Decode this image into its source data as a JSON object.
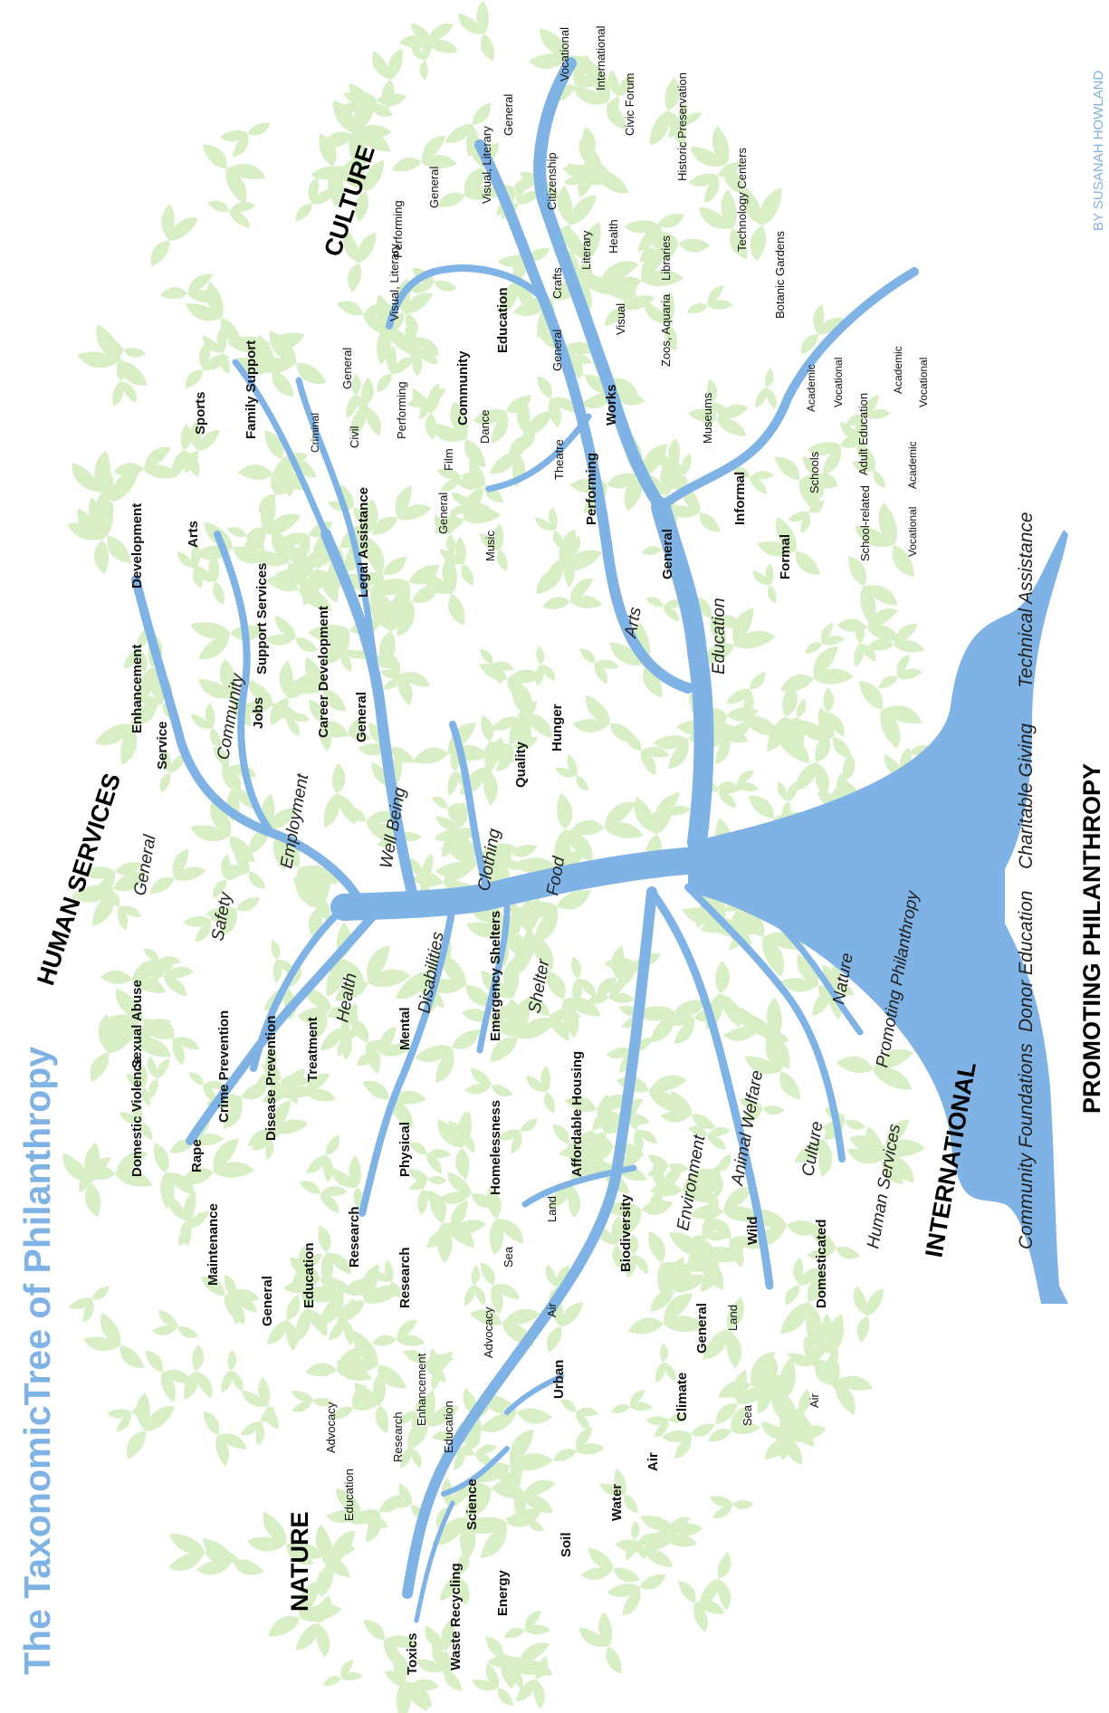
{
  "title": "The TaxonomicTree of Philanthropy",
  "author": "BY SUSANAH HOWLAND",
  "colors": {
    "branch": "#7fb2e5",
    "leaf": "#d8efc6",
    "title": "#7fb2e5"
  },
  "sections": {
    "human_services": "HUMAN SERVICES",
    "culture": "CULTURE",
    "nature": "NATURE",
    "international": "INTERNATIONAL",
    "promoting": "PROMOTING PHILANTHROPY"
  },
  "roots": [
    "Community Foundations",
    "Donor Education",
    "Charitable Giving",
    "Technical Assistance"
  ],
  "labels": {
    "vocational_top": "Vocational",
    "international_edu": "International",
    "civic_forum": "Civic Forum",
    "historic": "Historic Preservation",
    "technology": "Technology Centers",
    "botanic": "Botanic Gardens",
    "citizenship": "Citizenship",
    "general_c1": "General",
    "visual_literary_1": "Visual, Literary",
    "general_c2": "General",
    "performing_1": "Performing",
    "education_c": "Education",
    "visual_literary_2": "Visual, Literary",
    "general_c3": "General",
    "performing_2": "Performing",
    "community_c": "Community",
    "crafts": "Crafts",
    "literary": "Literary",
    "health_c": "Health",
    "libraries": "Libraries",
    "zoos": "Zoos, Aquaria",
    "visual": "Visual",
    "general_c4": "General",
    "works": "Works",
    "museums": "Museums",
    "film": "Film",
    "dance": "Dance",
    "theatre": "Theatre",
    "general_c5": "General",
    "music": "Music",
    "performing_3": "Performing",
    "informal": "Informal",
    "academic_1": "Academic",
    "vocational_1": "Vocational",
    "adult_education": "Adult Education",
    "academic_2": "Academic",
    "vocational_2": "Vocational",
    "schools": "Schools",
    "school_related": "School-related",
    "vocational_3": "Vocational",
    "academic_3": "Academic",
    "formal": "Formal",
    "general_c6": "General",
    "arts_branch": "Arts",
    "education_branch": "Education",
    "sports": "Sports",
    "family_support": "Family Support",
    "criminal": "Criminal",
    "civil": "Civil",
    "legal_assistance": "Legal Assistance",
    "development": "Development",
    "arts_hs": "Arts",
    "enhancement_hs": "Enhancement",
    "support_services": "Support Services",
    "career_development": "Career Development",
    "service": "Service",
    "jobs": "Jobs",
    "community_hs": "Community",
    "employment": "Employment",
    "general_hs1": "General",
    "well_being": "Well Being",
    "quality": "Quality",
    "hunger": "Hunger",
    "clothing": "Clothing",
    "food": "Food",
    "general_hs2": "General",
    "safety": "Safety",
    "domestic_violence": "Domestic Violence",
    "sexual_abuse": "Sexual Abuse",
    "rape": "Rape",
    "crime_prevention": "Crime Prevention",
    "disease_prevention": "Disease Prevention",
    "treatment": "Treatment",
    "health_hs": "Health",
    "mental": "Mental",
    "physical": "Physical",
    "disabilities": "Disabilities",
    "emergency_shelters": "Emergency Shelters",
    "homelessness": "Homelessness",
    "affordable_housing": "Affordable Housing",
    "shelter": "Shelter",
    "maintenance": "Maintenance",
    "general_hs3": "General",
    "education_hs": "Education",
    "research_hs1": "Research",
    "research_hs2": "Research",
    "biodiversity": "Biodiversity",
    "land_n1": "Land",
    "sea_n1": "Sea",
    "air_n1": "Air",
    "environment": "Environment",
    "animal_welfare": "Animal Welfare",
    "wild": "Wild",
    "domesticated": "Domesticated",
    "general_n1": "General",
    "land_n2": "Land",
    "sea_n2": "Sea",
    "air_n2": "Air",
    "advocacy_n1": "Advocacy",
    "enhancement_n": "Enhancement",
    "education_n1": "Education",
    "research_n": "Research",
    "advocacy_n2": "Advocacy",
    "education_n2": "Education",
    "urban": "Urban",
    "science": "Science",
    "climate": "Climate",
    "air_n3": "Air",
    "water": "Water",
    "soil": "Soil",
    "energy": "Energy",
    "waste_recycling": "Waste Recycling",
    "toxics": "Toxics",
    "nature_int": "Nature",
    "promoting_int": "Promoting Philanthropy",
    "culture_int": "Culture",
    "human_services_int": "Human Services"
  }
}
